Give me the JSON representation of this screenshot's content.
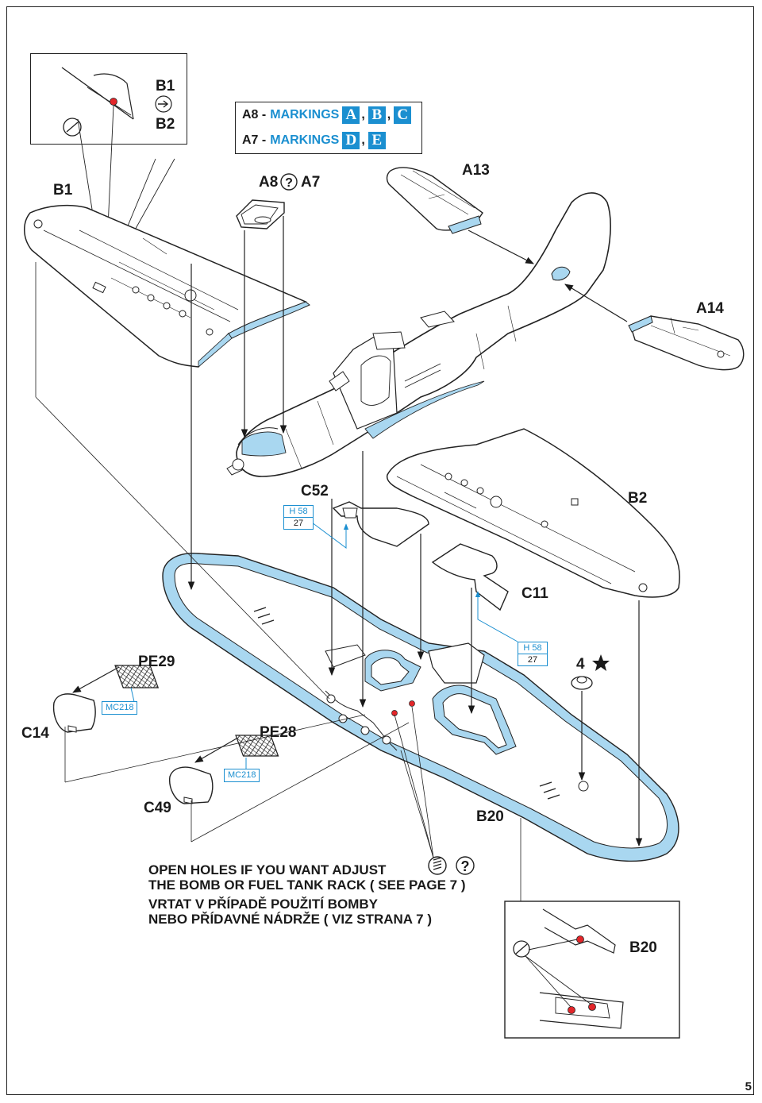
{
  "page_number": "5",
  "colors": {
    "accent": "#1b8fd0",
    "fill_blue": "#a9d7f0",
    "line": "#1a1a1a",
    "hole_red": "#e3262a"
  },
  "markings": {
    "a8": {
      "code": "A8 -",
      "word": "MARKINGS",
      "letters": [
        "A",
        "B",
        "C"
      ]
    },
    "a7": {
      "code": "A7 -",
      "word": "MARKINGS",
      "letters": [
        "D",
        "E"
      ]
    }
  },
  "labels": {
    "inset_b1": "B1",
    "inset_b2": "B2",
    "b1": "B1",
    "a8": "A8",
    "a7": "A7",
    "a13": "A13",
    "a14": "A14",
    "c52": "C52",
    "b2": "B2",
    "c11": "C11",
    "pe29": "PE29",
    "c14": "C14",
    "pe28": "PE28",
    "c49": "C49",
    "b20": "B20",
    "inset_b20": "B20",
    "four": "4"
  },
  "paint_refs": [
    {
      "top": "H 58",
      "bottom": "27"
    },
    {
      "top": "H 58",
      "bottom": "27"
    }
  ],
  "mc_refs": [
    "MC218",
    "MC218"
  ],
  "icons": [
    "cement-rotate-icon",
    "question-icon",
    "drill-icon",
    "star-icon"
  ],
  "note": {
    "line1": "OPEN HOLES IF YOU WANT ADJUST",
    "line2": "THE BOMB OR FUEL TANK RACK ( SEE PAGE 7 )",
    "line3": "VRTAT V PŘÍPADĚ POUŽITÍ BOMBY",
    "line4": "NEBO PŘÍDAVNÉ NÁDRŽE ( VIZ STRANA 7 )"
  }
}
